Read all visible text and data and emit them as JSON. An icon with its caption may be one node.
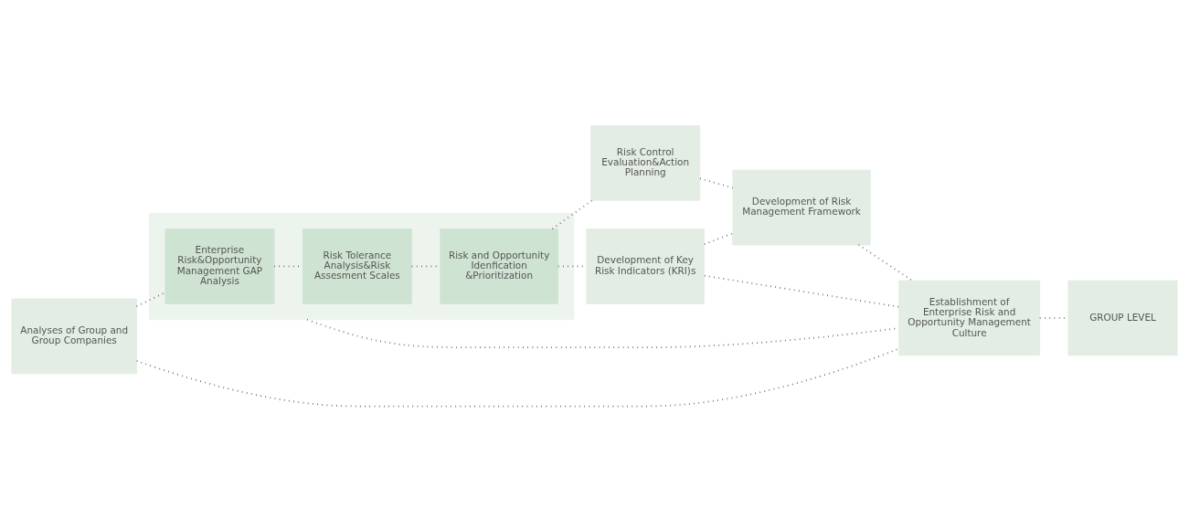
{
  "diagram": {
    "nodes": [
      {
        "text": [
          "Analyses of Group and Group Companies"
        ]
      },
      {
        "text": [],
        "shape": "box"
      },
      {
        "text": [
          "Enterprise Risk&Opportunity Management GAP Analysis"
        ],
        "in": 1
      },
      {
        "text": [
          "Risk Tolerance Analysis&Risk Assesment Scales"
        ],
        "in": 1
      },
      {
        "text": [
          "Risk and Opportunity Idenfication &Prioritization"
        ],
        "in": 1
      },
      {
        "text": [
          "Risk Control Evaluation&Action Planning"
        ]
      },
      {
        "text": [
          "Development of Key Risk Indicators (KRI)s"
        ]
      },
      {
        "text": [
          "Development of Risk Management Framework"
        ]
      },
      {
        "text": [
          "Establishment of Enterprise Risk and Opportunity Management Culture"
        ]
      },
      {
        "text": [
          "GROUP LEVEL"
        ]
      }
    ],
    "edges": [
      {
        "from": 0,
        "to": 2,
        "arrow": "none"
      },
      {
        "from": 2,
        "to": 3,
        "arrow": "none"
      },
      {
        "from": 3,
        "to": 4,
        "arrow": "none"
      },
      {
        "from": 4,
        "to": 5,
        "arrow": "none"
      },
      {
        "from": 4,
        "to": 6,
        "arrow": "none"
      },
      {
        "from": 5,
        "to": 7,
        "arrow": "none"
      },
      {
        "from": 6,
        "to": 7,
        "arrow": "none"
      },
      {
        "from": 0,
        "to": 8,
        "arrow": "none"
      },
      {
        "from": 1,
        "to": 8,
        "arrow": "none"
      },
      {
        "from": 6,
        "to": 8,
        "arrow": "none"
      },
      {
        "from": 7,
        "to": 8,
        "arrow": "none"
      },
      {
        "from": 8,
        "to": 9,
        "arrow": "none"
      }
    ]
  }
}
